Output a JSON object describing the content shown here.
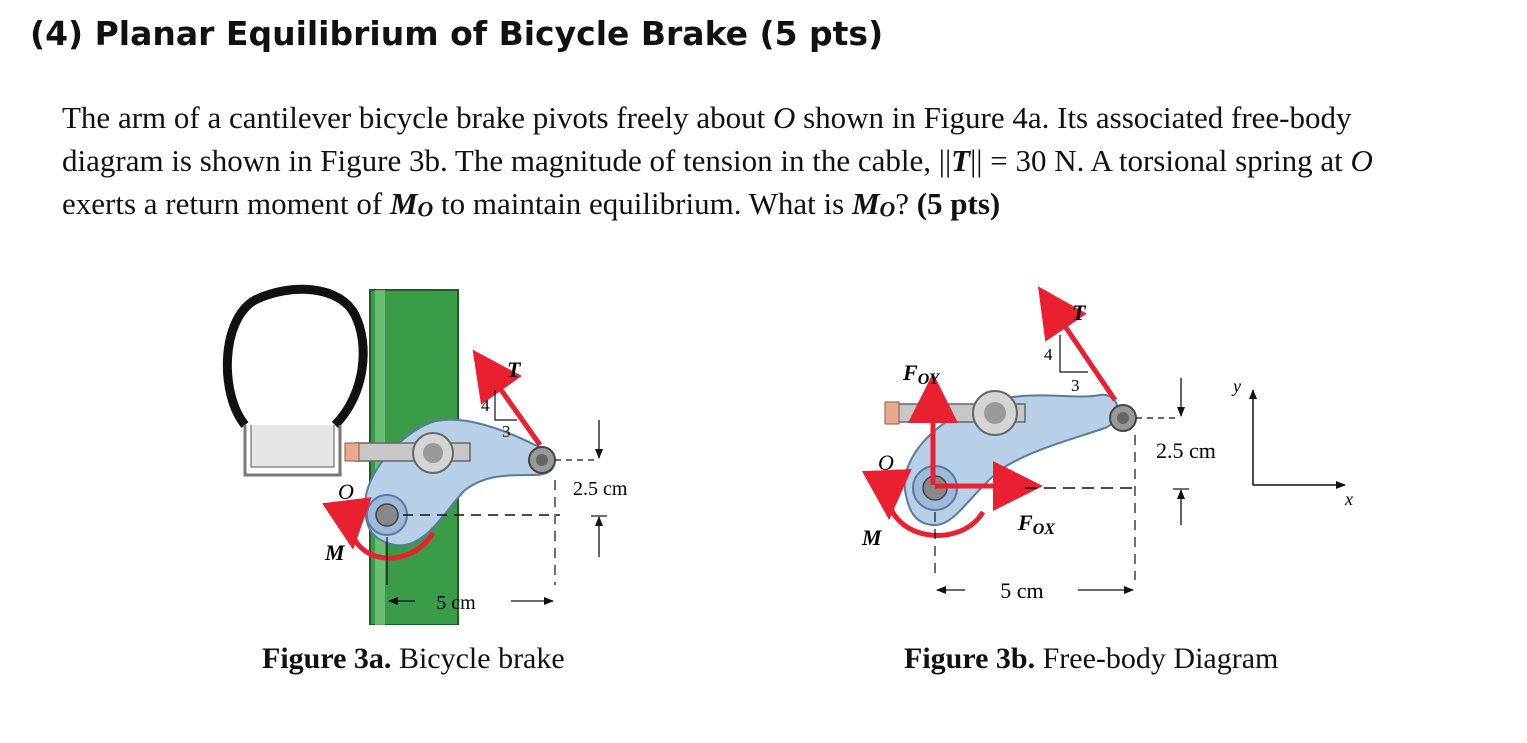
{
  "heading": "(4) Planar Equilibrium of Bicycle Brake (5 pts)",
  "paragraph": {
    "l1_a": "The arm of a cantilever bicycle brake pivots freely about ",
    "l1_O": "O",
    "l1_b": " shown in Figure 4a.  Its associated free-body",
    "l2_a": "diagram is shown in Figure 3b. The magnitude of tension in the cable, ||",
    "l2_T": "T",
    "l2_b": "|| = 30 N. A torsional spring at ",
    "l2_O": "O",
    "l3_a": "exerts a return moment of ",
    "l3_M1": "M",
    "l3_M1sub": "O",
    "l3_b": " to maintain equilibrium. What is ",
    "l3_M2": "M",
    "l3_M2sub": "O",
    "l3_c": "? ",
    "l3_pts": "(5 pts)"
  },
  "figure_a": {
    "caption_bold": "Figure 3a.",
    "caption_rest": " Bicycle brake",
    "label_T": "T",
    "label_4": "4",
    "label_3": "3",
    "label_O": "O",
    "label_M": "M",
    "dim_vertical": "2.5 cm",
    "dim_horizontal": "5 cm"
  },
  "figure_b": {
    "caption_bold": "Figure 3b.",
    "caption_rest": " Free-body Diagram",
    "label_T": "T",
    "label_4": "4",
    "label_3": "3",
    "label_FOY": "F",
    "label_FOY_sub": "OY",
    "label_FOX": "F",
    "label_FOX_sub": "OX",
    "label_O": "O",
    "label_M": "M",
    "dim_vertical": "2.5 cm",
    "dim_horizontal": "5 cm",
    "axis_x": "x",
    "axis_y": "y"
  },
  "colors": {
    "force_arrow": "#e8202f",
    "brake_arm": "#b8cfe8",
    "post": "#2f8f3e",
    "bolt": "#c7c7c7"
  }
}
